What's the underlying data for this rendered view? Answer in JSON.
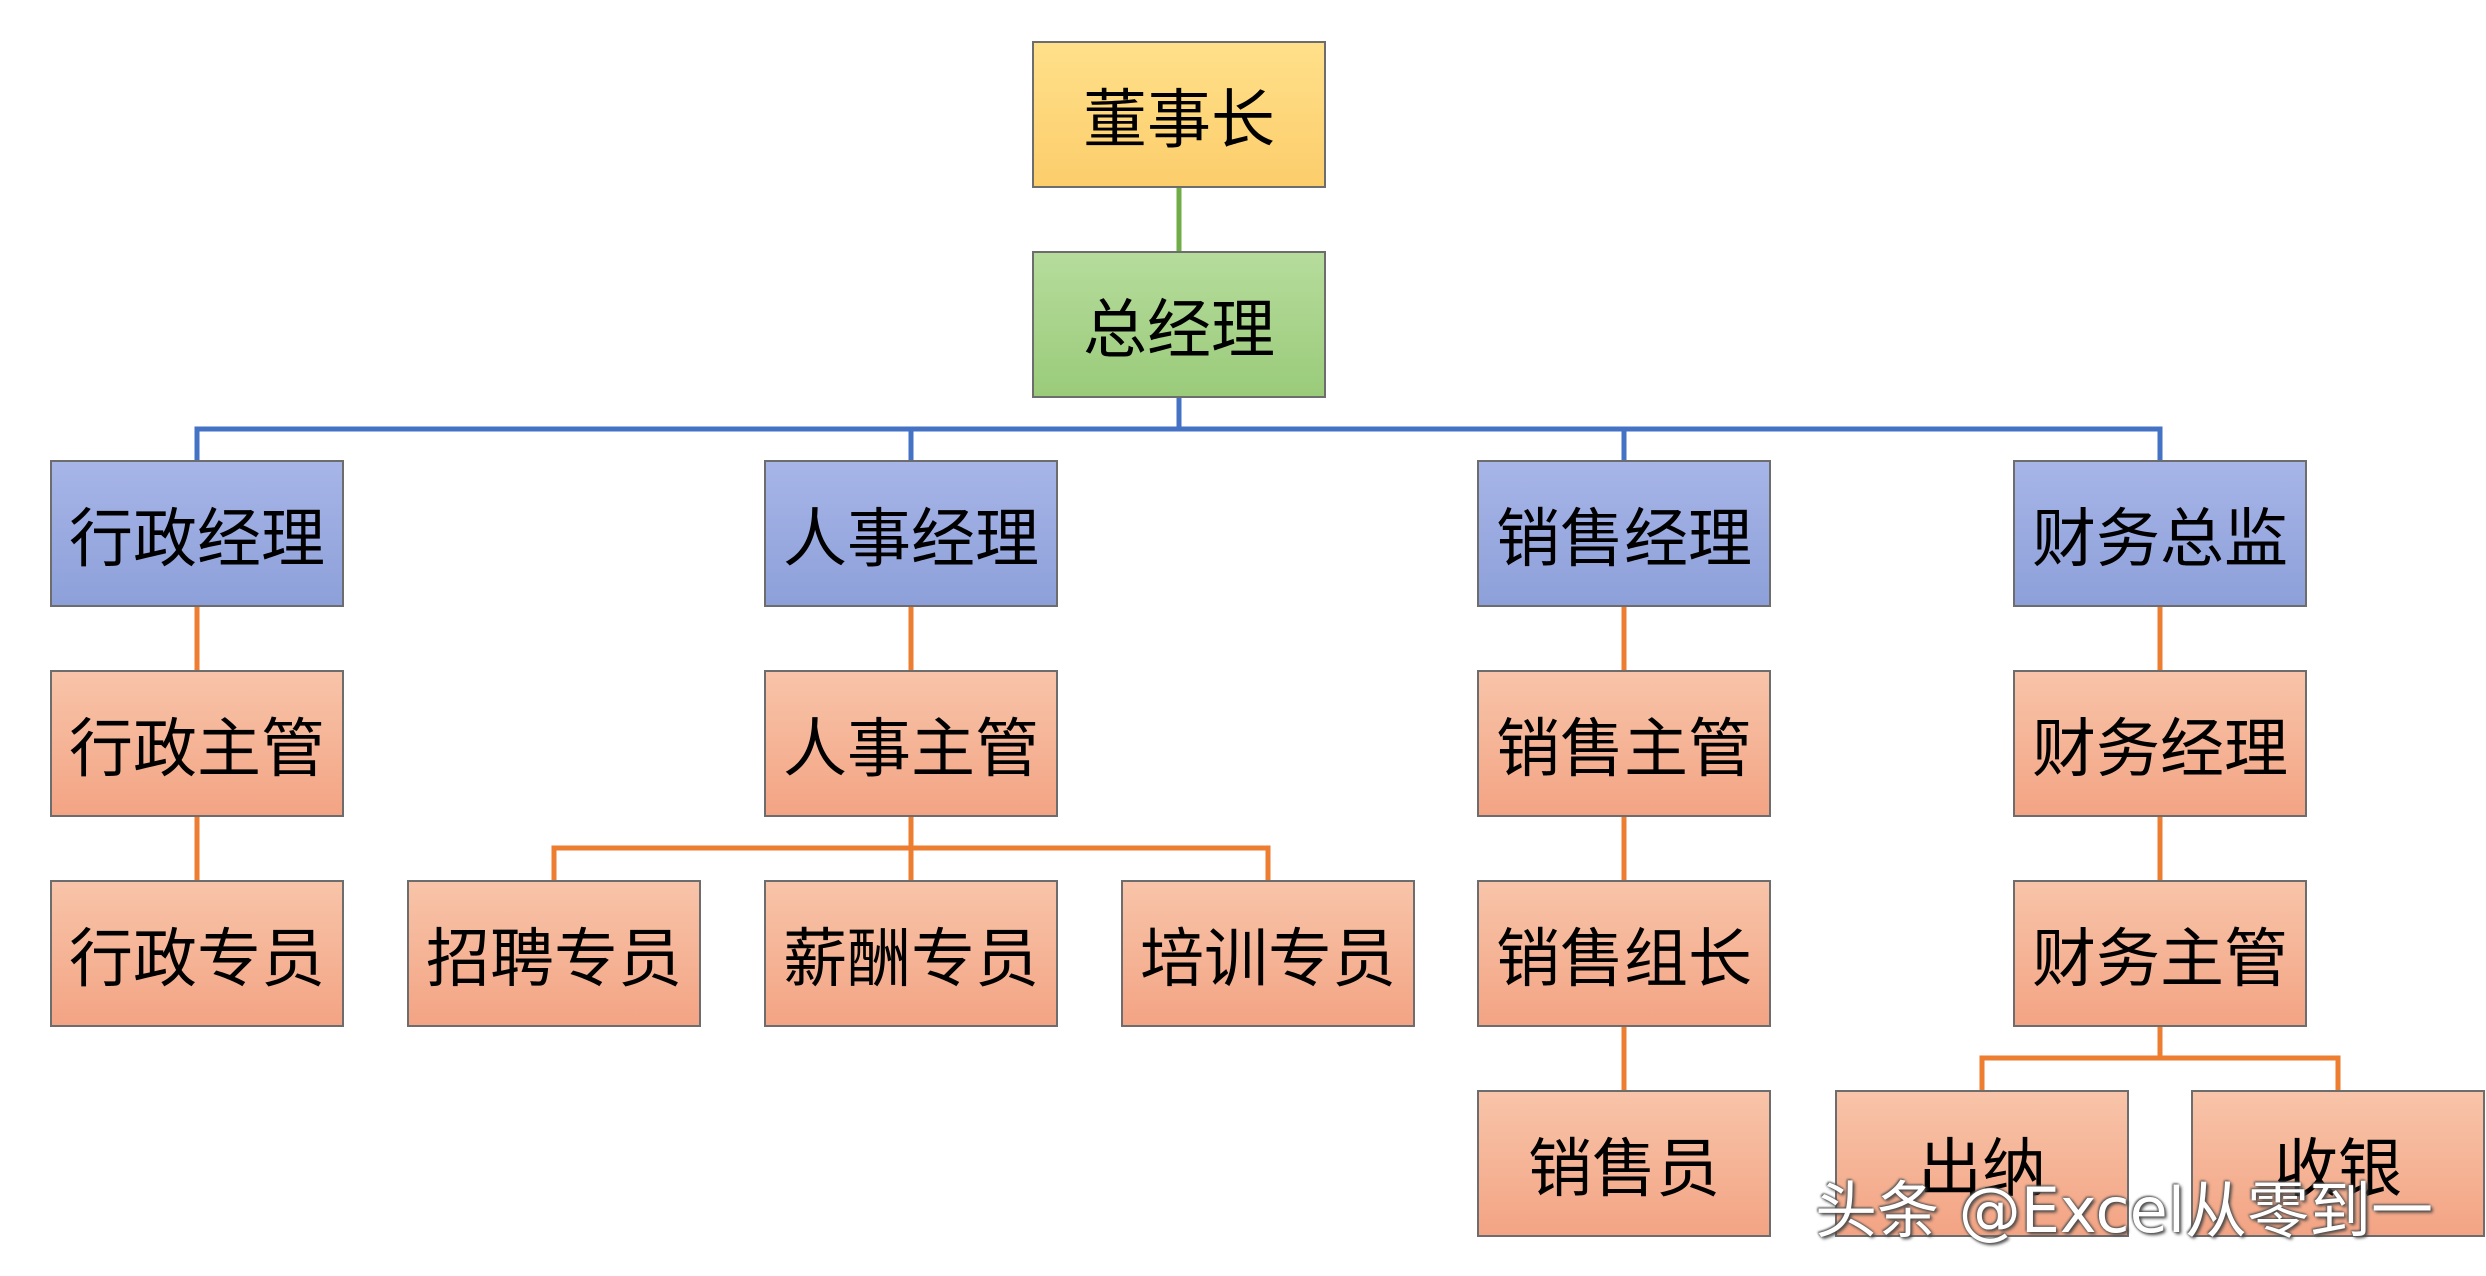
{
  "colors": {
    "blue_line": "#4472c4",
    "orange_line": "#ed7d31",
    "green_line": "#70ad47"
  },
  "nodes": {
    "chairman": "董事长",
    "gm": "总经理",
    "admin_mgr": "行政经理",
    "hr_mgr": "人事经理",
    "sales_mgr": "销售经理",
    "finance_dir": "财务总监",
    "admin_sup": "行政主管",
    "hr_sup": "人事主管",
    "sales_sup": "销售主管",
    "finance_mgr": "财务经理",
    "admin_spec": "行政专员",
    "recruit_spec": "招聘专员",
    "salary_spec": "薪酬专员",
    "training_spec": "培训专员",
    "sales_lead": "销售组长",
    "finance_sup": "财务主管",
    "salesperson": "销售员",
    "cashier": "出纳",
    "receiving": "收银"
  },
  "watermark": "头条 @Excel从零到一"
}
